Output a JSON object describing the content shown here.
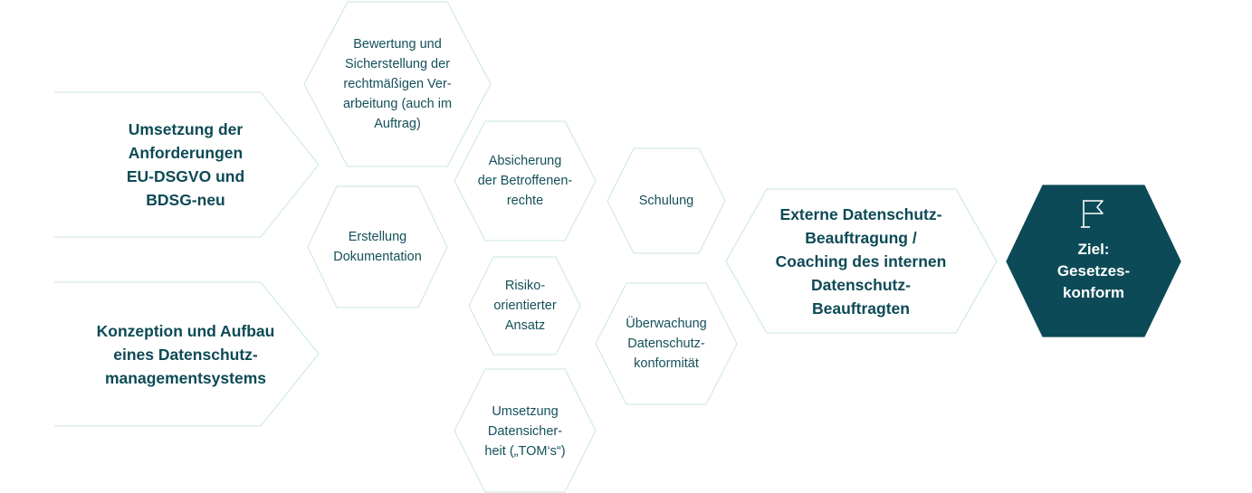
{
  "nodes": {
    "umsetzung_anforderungen": "Umsetzung der\nAnforderungen\nEU-DSGVO und\nBDSG-neu",
    "konzeption_dsms": "Konzeption und Aufbau\neines Datenschutz-\nmanagementsystems",
    "bewertung": "Bewertung und\nSicherstellung der\nrechtmäßigen Ver-\narbeitung (auch im\nAuftrag)",
    "erstellung_dokumentation": "Erstellung\nDokumentation",
    "absicherung_betroffenenrechte": "Absicherung\nder Betroffenen-\nrechte",
    "risikoorientierter_ansatz": "Risiko-\norientierter\nAnsatz",
    "umsetzung_datensicherheit": "Umsetzung\nDatensicher-\nheit („TOM‘s“)",
    "schulung": "Schulung",
    "ueberwachung": "Überwachung\nDatenschutz-\nkonformität",
    "externe_beauftragung": "Externe Datenschutz-\nBeauftragung /\nCoaching des internen\nDatenschutz-\nBeauftragten",
    "ziel": "Ziel:\nGesetzes-\nkonform"
  },
  "icons": {
    "goal": "flag-icon"
  },
  "colors": {
    "outline": "#d5ebe6",
    "text": "#0d4a55",
    "goal_fill": "#0c4a57",
    "goal_text": "#ffffff"
  }
}
